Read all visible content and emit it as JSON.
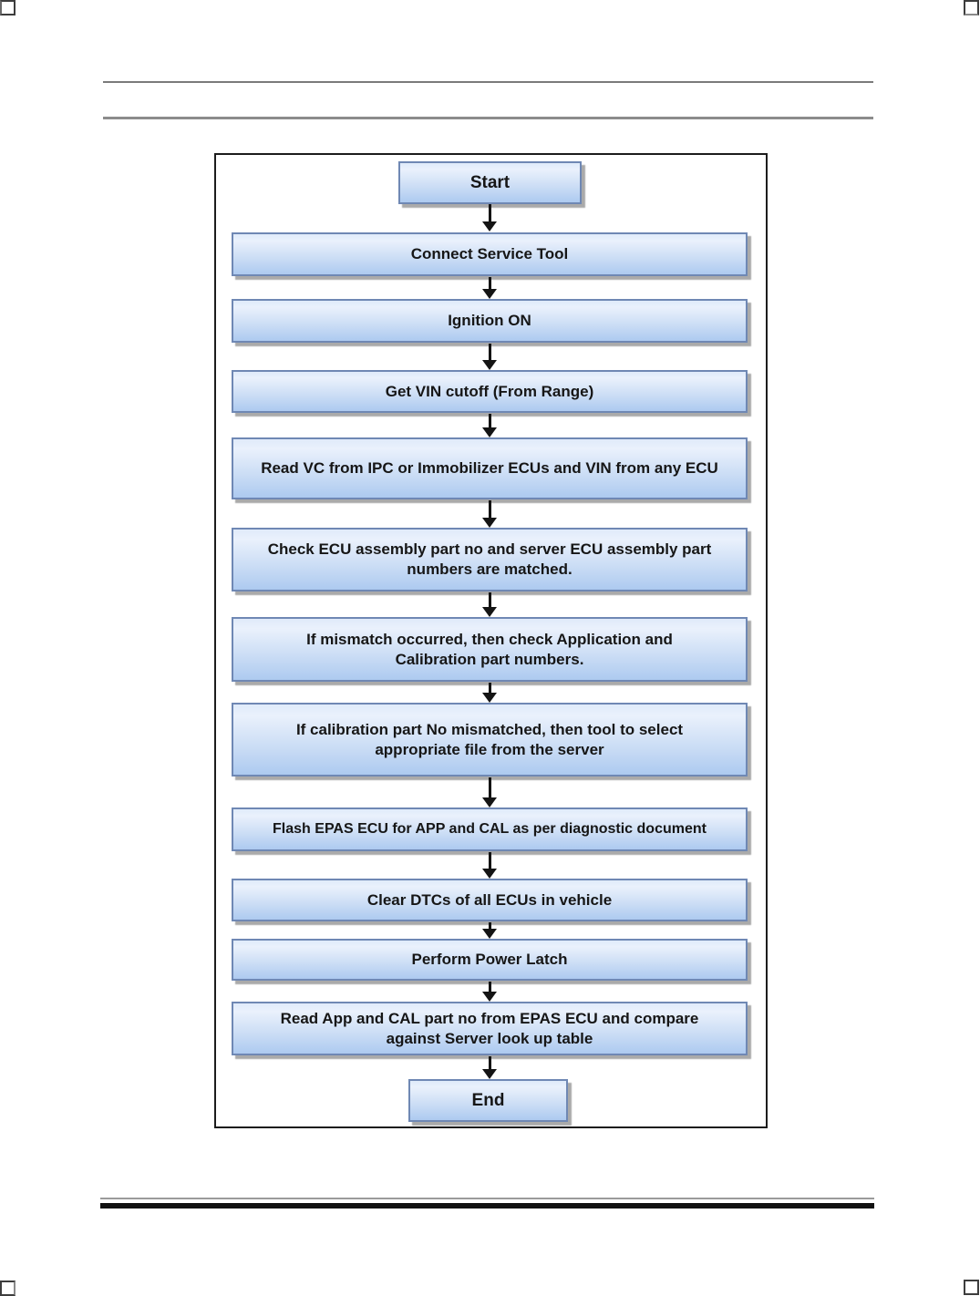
{
  "document": {
    "type": "flowchart-page",
    "header_text": "",
    "footer_text": ""
  },
  "flowchart": {
    "title": "",
    "flow_direction": "top-to-bottom",
    "connection_style": "sequential-arrows",
    "steps": [
      {
        "id": "start",
        "kind": "terminal",
        "label": "Start"
      },
      {
        "id": "connect-tool",
        "kind": "process",
        "label": "Connect Service Tool"
      },
      {
        "id": "ignition-on",
        "kind": "process",
        "label": "Ignition ON"
      },
      {
        "id": "get-vin-cutoff",
        "kind": "process",
        "label": "Get VIN cutoff (From Range)"
      },
      {
        "id": "read-vc",
        "kind": "process",
        "label": "Read VC from IPC or Immobilizer ECUs and VIN from any ECU"
      },
      {
        "id": "check-assembly",
        "kind": "process",
        "label": "Check ECU assembly part no and server ECU assembly part numbers are matched."
      },
      {
        "id": "mismatch-check",
        "kind": "process",
        "label": "If mismatch occurred, then check Application and Calibration part numbers."
      },
      {
        "id": "cal-mismatch",
        "kind": "process",
        "label": "If calibration part No mismatched, then tool to select appropriate file from the server"
      },
      {
        "id": "flash-epas",
        "kind": "process",
        "label": "Flash EPAS ECU for APP and CAL as per diagnostic document"
      },
      {
        "id": "clear-dtcs",
        "kind": "process",
        "label": "Clear DTCs of all ECUs in vehicle"
      },
      {
        "id": "power-latch",
        "kind": "process",
        "label": "Perform Power Latch"
      },
      {
        "id": "read-app-cal",
        "kind": "process",
        "label": "Read App and CAL part no from EPAS ECU and compare against Server look up table"
      },
      {
        "id": "end",
        "kind": "terminal",
        "label": "End"
      }
    ],
    "colors": {
      "node_fill_top": "#e8f0fb",
      "node_fill_bottom": "#adcaf0",
      "node_border": "#6f88b4",
      "node_shadow": "#7d7d7d",
      "arrow": "#141414",
      "frame_border": "#1c1c1c",
      "text": "#161616",
      "header_rule": "#7a7a7a",
      "footer_rule": "#111111"
    }
  }
}
